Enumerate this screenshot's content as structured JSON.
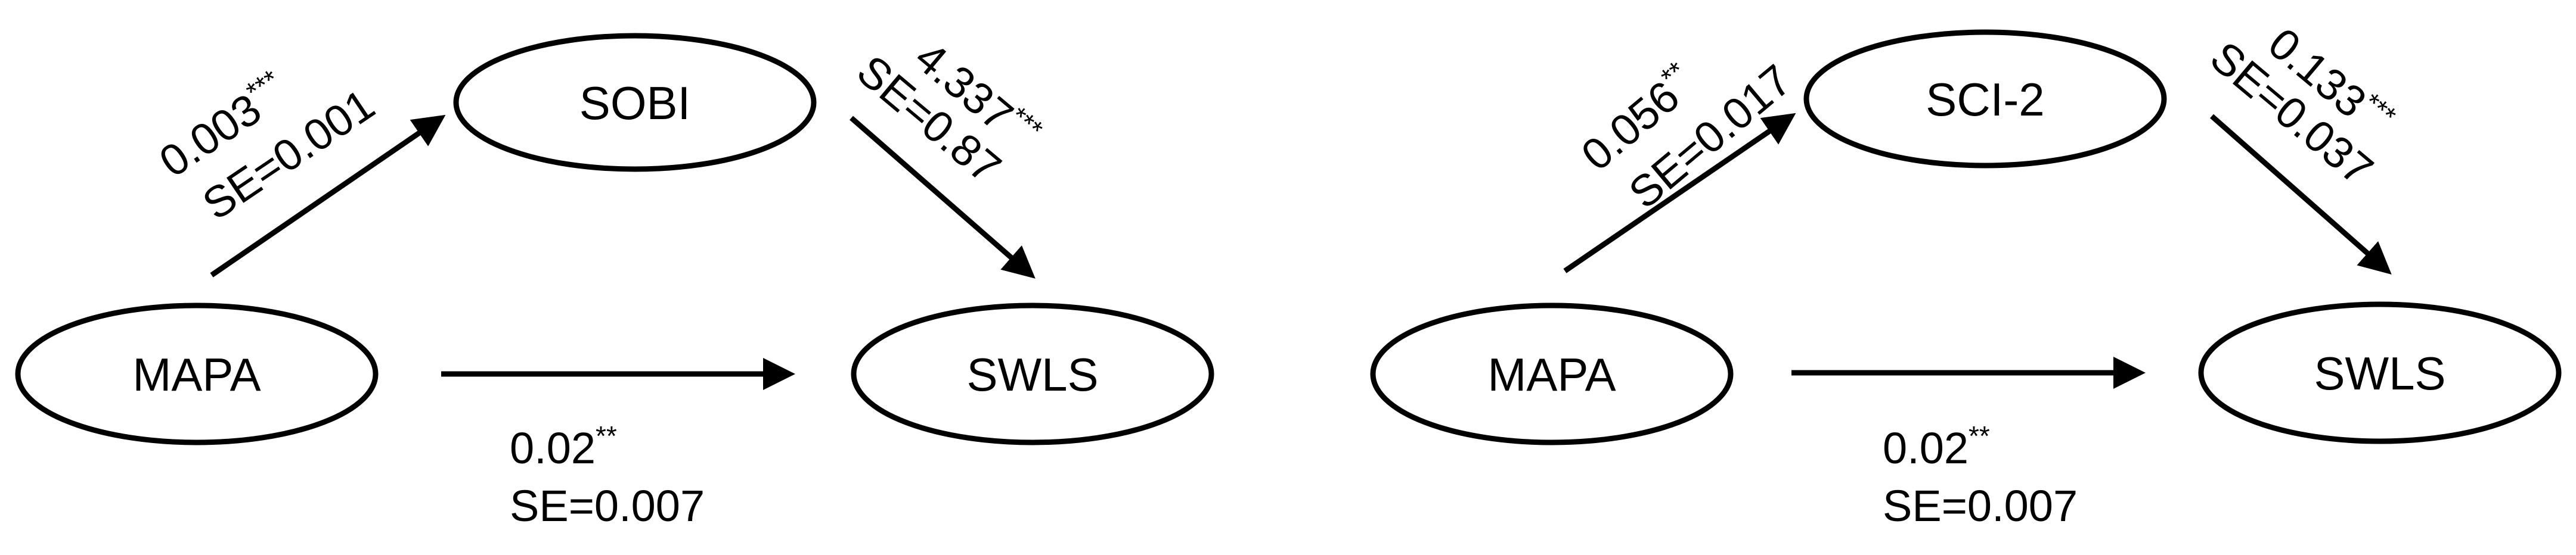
{
  "panels": [
    {
      "nodes": {
        "predictor": "MAPA",
        "mediator": "SOBI",
        "outcome": "SWLS"
      },
      "paths": {
        "a": {
          "coef": "0.003",
          "sig": "***",
          "se": "SE=0.001"
        },
        "b": {
          "coef": "4.337",
          "sig": "***",
          "se": "SE=0.87"
        },
        "c": {
          "coef": "0.02",
          "sig": "**",
          "se": "SE=0.007"
        }
      }
    },
    {
      "nodes": {
        "predictor": "MAPA",
        "mediator": "SCI-2",
        "outcome": "SWLS"
      },
      "paths": {
        "a": {
          "coef": "0.056",
          "sig": "**",
          "se": "SE=0.017"
        },
        "b": {
          "coef": "0.133",
          "sig": "***",
          "se": "SE=0.037"
        },
        "c": {
          "coef": "0.02",
          "sig": "**",
          "se": "SE=0.007"
        }
      }
    }
  ]
}
